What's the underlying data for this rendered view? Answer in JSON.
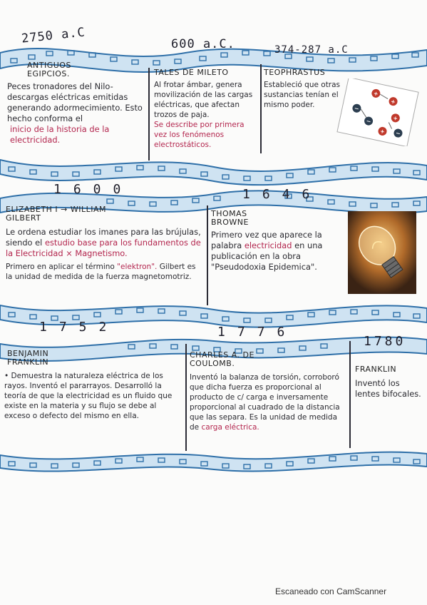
{
  "timeline": {
    "row1": {
      "years": [
        "2750 a.C",
        "600 a.C.",
        "374-287 a.C"
      ],
      "cells": [
        {
          "heading": "ANTIGUOS EGIPCIOS.",
          "text": "Peces tronadores del Nilo- descargas eléctricas emitidas generando adormecimiento. Esto hecho conforma el",
          "highlight": "inicio de la historia de la electricidad."
        },
        {
          "heading": "TALES DE MILETO",
          "text": "Al frotar ámbar, genera movilización de las cargas eléctricas, que afectan trozos de paja.",
          "highlight": "Se describe por primera vez los fenómenos electrostáticos."
        },
        {
          "heading": "TEOPHRASTUS",
          "text": "Estableció que otras sustancias tenían el mismo poder."
        }
      ]
    },
    "row2": {
      "years": [
        "1600",
        "1646"
      ],
      "cells": [
        {
          "heading": "ELIZABETH I → WILLIAM GILBERT",
          "text1": "Le ordena estudiar los imanes para las brújulas, siendo el",
          "highlight": "estudio base para los fundamentos de la Electricidad × Magnetismo.",
          "text2": "Primero en aplicar el término",
          "term": "\"elektron\".",
          "text3": "Gilbert es la unidad de medida de la fuerza magnetomotriz."
        },
        {
          "heading": "THOMAS BROWNE",
          "text1": "Primero vez que aparece la palabra",
          "highlight": "electricidad",
          "text2": "en una publicación en la obra \"Pseudodoxia Epidemica\"."
        }
      ]
    },
    "row3": {
      "years": [
        "1752",
        "1776",
        "1780"
      ],
      "cells": [
        {
          "heading": "BENJAMIN FRANKLIN",
          "text": "• Demuestra la naturaleza eléctrica de los rayos. Inventó el pararrayos. Desarrolló la teoría de que la electricidad es un fluido que existe en la materia y su flujo se debe al exceso o defecto del mismo en ella."
        },
        {
          "heading": "CHARLES A. DE COULOMB.",
          "text": "Inventó la balanza de torsión, corroboró que dicha fuerza es proporcional al producto de c/ carga e inversamente proporcional al cuadrado de la distancia que las separa. Es la unidad de medida de",
          "highlight": "carga eléctrica."
        },
        {
          "heading": "FRANKLIN",
          "text": "Inventó los lentes bifocales."
        }
      ]
    }
  },
  "icons": [
    "electric-charges-image",
    "light-bulb-image"
  ],
  "colors": {
    "band": "#2e6fa8",
    "band_fill": "#cfe3f2",
    "highlight": "#b3264e"
  },
  "watermark": "Escaneado con CamScanner"
}
